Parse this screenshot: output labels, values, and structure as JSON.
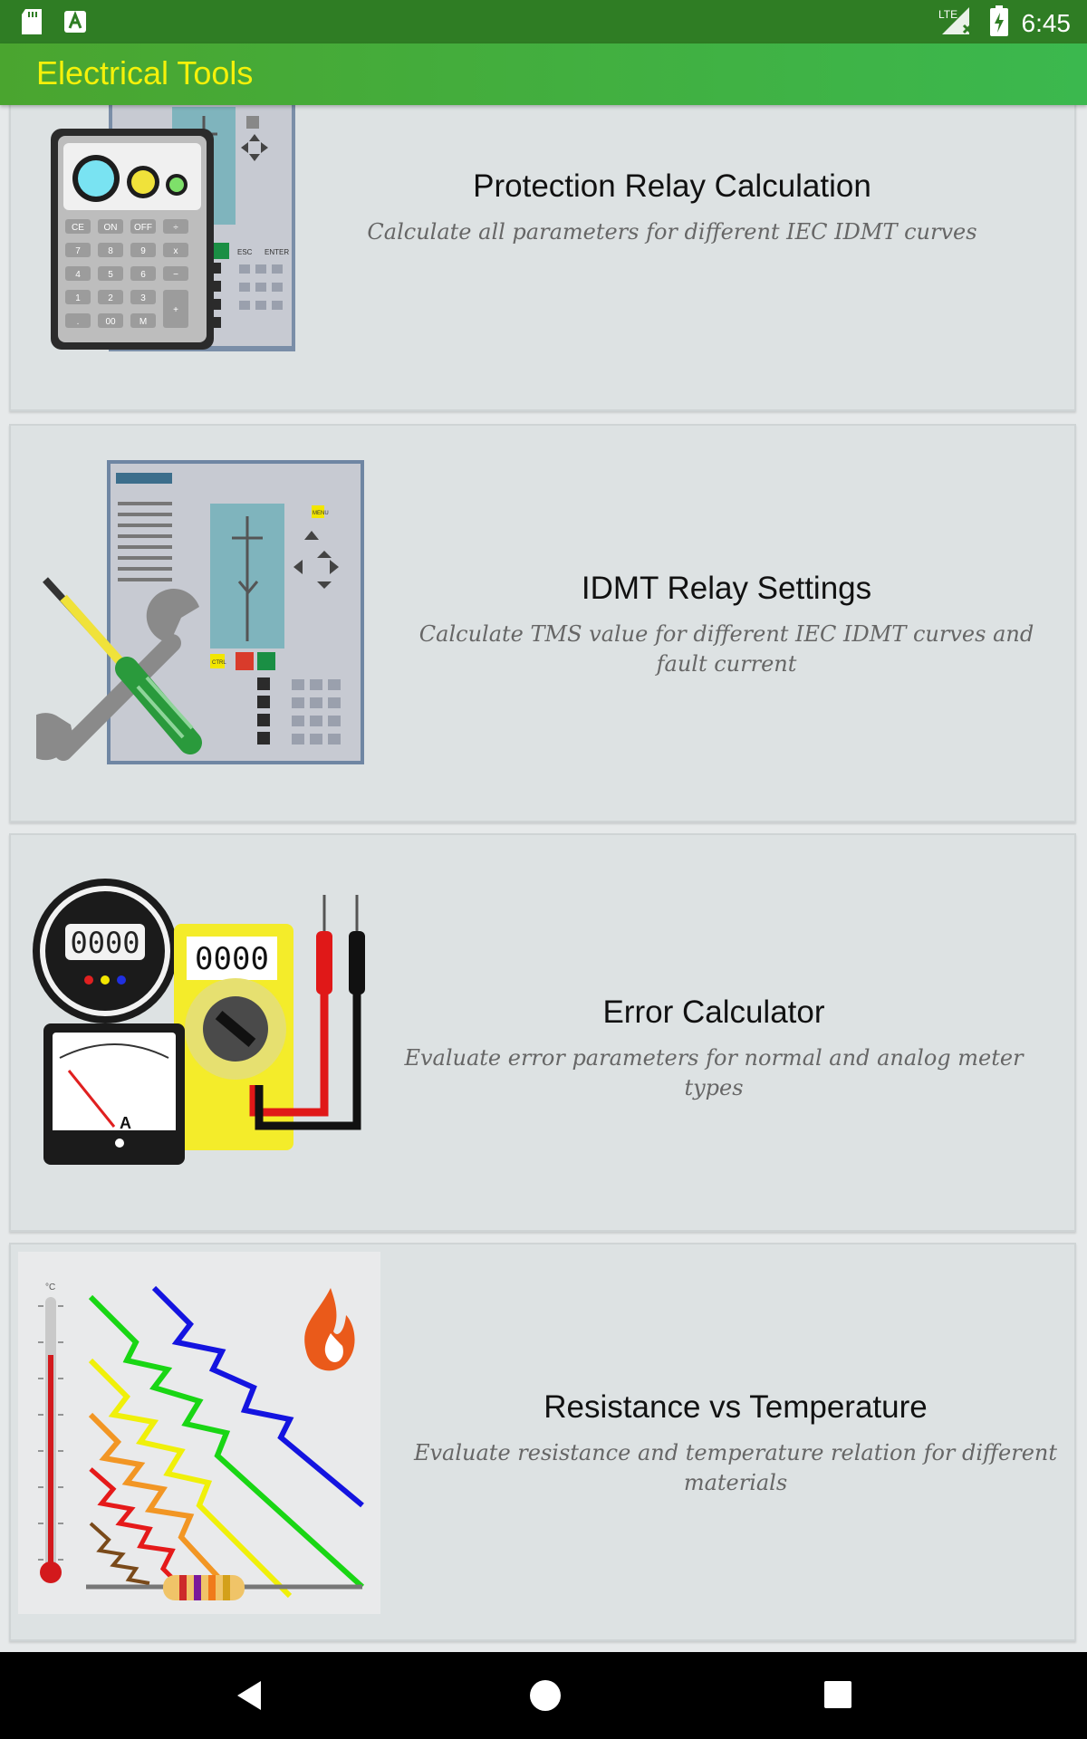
{
  "status_bar": {
    "time": "6:45",
    "network_label": "LTE",
    "icons": [
      "sd-card-icon",
      "a-notification-icon",
      "lte-signal-icon",
      "battery-charging-icon"
    ]
  },
  "app_bar": {
    "title": "Electrical Tools"
  },
  "cards": [
    {
      "title": "Protection Relay Calculation",
      "description": "Calculate all parameters for different IEC IDMT curves"
    },
    {
      "title": "IDMT Relay Settings",
      "description": "Calculate TMS value for different IEC IDMT curves and fault current"
    },
    {
      "title": "Error Calculator",
      "description": "Evaluate error parameters for normal and analog meter types"
    },
    {
      "title": "Resistance vs Temperature",
      "description": "Evaluate resistance and temperature relation for different materials"
    }
  ],
  "illustration_text": {
    "relay_buttons": [
      "CTRL",
      "ESC",
      "ENTER"
    ],
    "relay_menu": "MENU",
    "calc_keys": [
      "CE",
      "ON",
      "OFF",
      "÷",
      "7",
      "8",
      "9",
      "x",
      "4",
      "5",
      "6",
      "−",
      "1",
      "2",
      "3",
      "+",
      ".",
      "00",
      "M"
    ],
    "meter_digits": "0000",
    "ammeter_unit": "A",
    "thermo_unit": "°C"
  },
  "colors": {
    "status_bar": "#2f7d24",
    "app_bar": "#3bb84e",
    "title_text": "#f5f10a",
    "card_bg": "#dde2e3"
  },
  "nav_bar": {
    "buttons": [
      "back",
      "home",
      "recents"
    ]
  }
}
